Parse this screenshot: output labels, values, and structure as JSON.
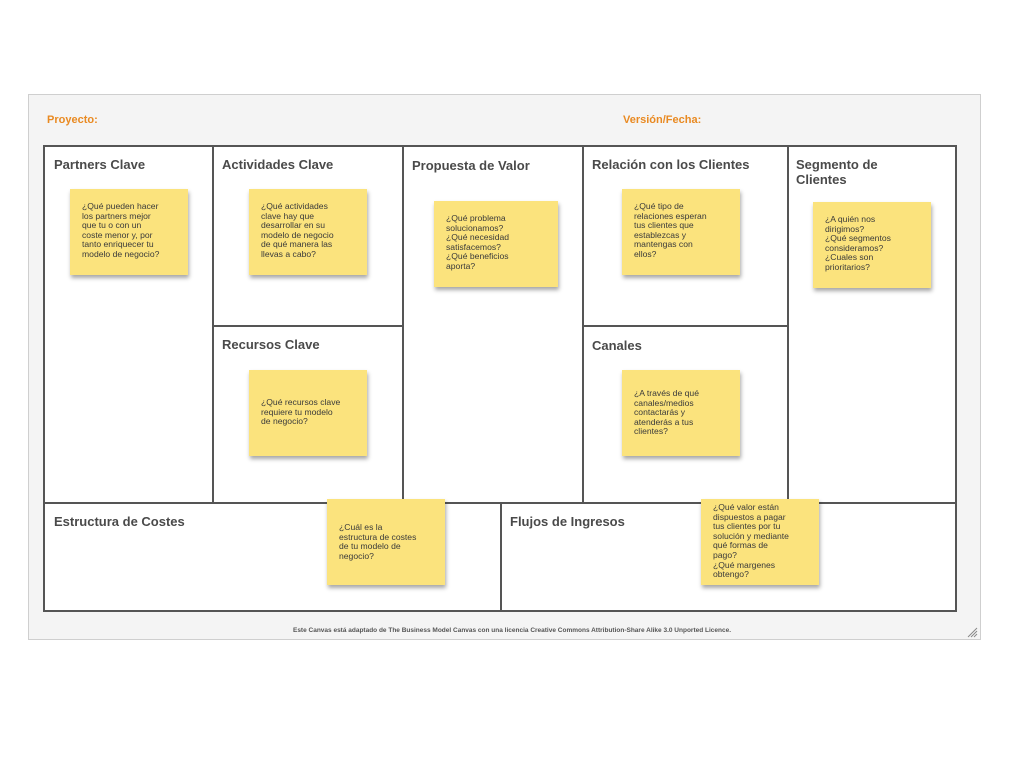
{
  "header": {
    "project_label": "Proyecto:",
    "version_label": "Versión/Fecha:"
  },
  "blocks": {
    "partners": {
      "title": "Partners Clave",
      "note": [
        "¿Qué pueden hacer",
        "los partners mejor",
        "que tu o con un",
        "coste menor y, por",
        "tanto enriquecer tu",
        "modelo de negocio?"
      ]
    },
    "activities": {
      "title": "Actividades Clave",
      "note": [
        "¿Qué actividades",
        "clave hay que",
        "desarrollar en su",
        "modelo de negocio",
        "de qué manera las",
        "llevas a cabo?"
      ]
    },
    "resources": {
      "title": "Recursos Clave",
      "note": [
        "¿Qué recursos clave",
        "requiere tu modelo",
        "de negocio?"
      ]
    },
    "value": {
      "title": "Propuesta de Valor",
      "note": [
        "¿Qué problema",
        "solucionamos?",
        "¿Qué necesidad",
        "satisfacemos?",
        "¿Qué beneficios",
        "aporta?"
      ]
    },
    "relations": {
      "title": "Relación con los Clientes",
      "note": [
        "¿Qué tipo de",
        "relaciones esperan",
        "tus clientes que",
        "establezcas y",
        "mantengas con",
        "ellos?"
      ]
    },
    "channels": {
      "title": "Canales",
      "note": [
        "¿A través de qué",
        "canales/medios",
        "contactarás y",
        "atenderás a tus",
        "clientes?"
      ]
    },
    "segments": {
      "title_line1": "Segmento de",
      "title_line2": "Clientes",
      "note": [
        "¿A quién nos",
        "dirigimos?",
        "¿Qué segmentos",
        "consideramos?",
        "¿Cuales son",
        "prioritarios?"
      ]
    },
    "costs": {
      "title": "Estructura de Costes",
      "note": [
        "¿Cuál es la",
        "estructura de costes",
        "de tu modelo de",
        "negocio?"
      ]
    },
    "revenue": {
      "title": "Flujos de Ingresos",
      "note": [
        "¿Qué valor están",
        "dispuestos a pagar",
        "tus clientes por tu",
        "solución y mediante",
        "qué formas de",
        "pago?",
        "¿Qué margenes",
        "obtengo?"
      ]
    }
  },
  "footer": {
    "license": "Este Canvas está adaptado de The Business Model Canvas con una licencia Creative Commons Attribution-Share Alike 3.0 Unported Licence."
  },
  "colors": {
    "header_accent": "#e98a22",
    "sticky_note": "#fbe37d",
    "grid_line": "#555555"
  }
}
